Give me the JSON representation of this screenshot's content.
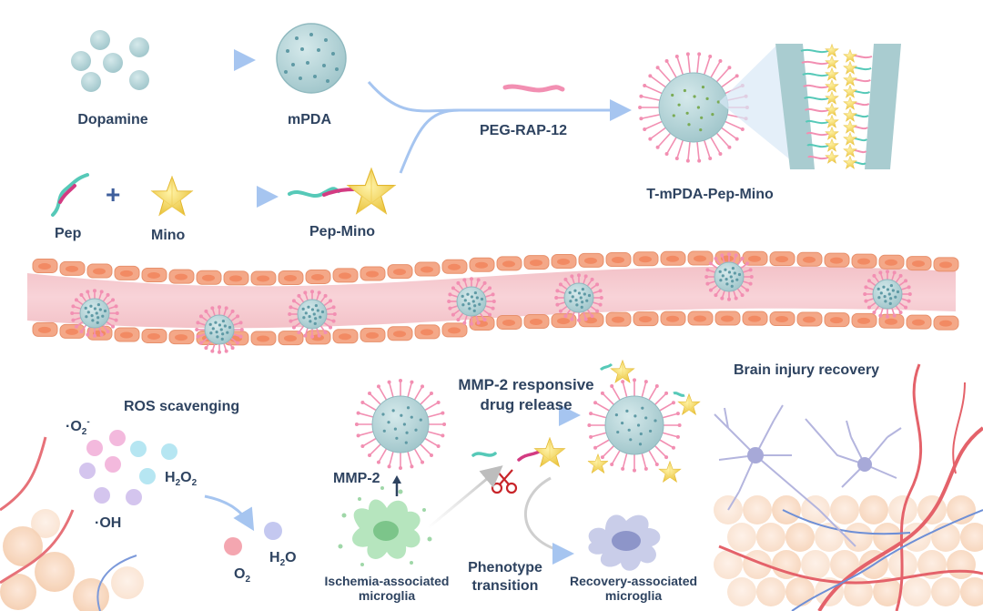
{
  "synthesis": {
    "dopamine": "Dopamine",
    "mpda": "mPDA",
    "peg": "PEG-RAP-12",
    "pep": "Pep",
    "plus": "+",
    "mino": "Mino",
    "pep_mino": "Pep-Mino",
    "product": "T-mPDA-Pep-Mino"
  },
  "ros": {
    "title": "ROS scavenging",
    "superoxide": {
      "main": "·O",
      "sub": "2",
      "sup": "-"
    },
    "h2o2": {
      "a": "H",
      "s1": "2",
      "b": "O",
      "s2": "2"
    },
    "oh": "·OH",
    "o2": {
      "main": "O",
      "sub": "2"
    },
    "h2o": {
      "a": "H",
      "sub": "2",
      "b": "O"
    }
  },
  "microglia": {
    "mmp2": "MMP-2",
    "mmp2_arrow": "↑",
    "release_line1": "MMP-2 responsive",
    "release_line2": "drug release",
    "ischemia_line1": "Ischemia-associated",
    "ischemia_line2": "microglia",
    "phenotype_line1": "Phenotype",
    "phenotype_line2": "transition",
    "recovery_line1": "Recovery-associated",
    "recovery_line2": "microglia"
  },
  "brain": {
    "title": "Brain injury recovery"
  },
  "colors": {
    "label": "#2e4360",
    "sphere": "#a9ccd0",
    "sphere_dot": "#5f9aa5",
    "peg_pink": "#f28fb2",
    "star": "#f2d24a",
    "arrow_blue": "#a6c5f0",
    "vessel_pink": "#f6c7cd",
    "endothelial": "#f4a888",
    "microglia_green": "#8fd19a",
    "recovery_blue": "#c9cde9",
    "scissors_red": "#c8252a"
  },
  "icons": [
    "dopamine-sphere-icon",
    "mpda-sphere-icon",
    "star-icon",
    "scissors-icon",
    "neuron-icon",
    "microglia-icon",
    "blood-vessel-icon"
  ]
}
